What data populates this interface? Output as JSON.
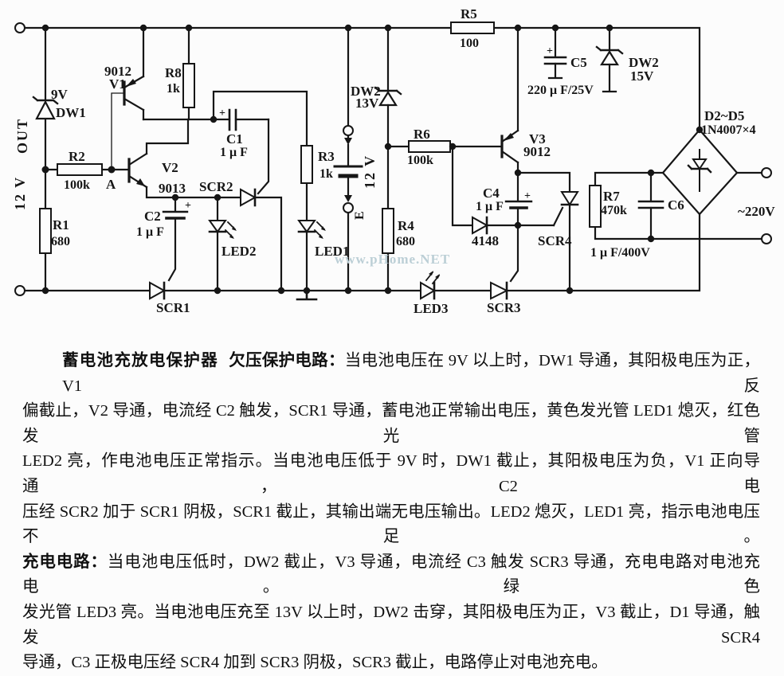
{
  "page": {
    "background": "#fcfcfc",
    "ink": "#161616",
    "watermark_color": "#bccfd6"
  },
  "schematic": {
    "watermark": "www.pHome.NET",
    "labels": {
      "out": "OUT",
      "v12": "12 V",
      "dw1": "DW1",
      "dw1_v": "9V",
      "r1": "R1",
      "r1_val": "680",
      "r2": "R2",
      "r2_val": "100k",
      "node_a": "A",
      "v1": "V1",
      "v1_type": "9012",
      "r8": "R8",
      "r8_val": "1k",
      "c1": "C1",
      "c1_val": "1 μ F",
      "v2": "V2",
      "v2_type": "9013",
      "c2": "C2",
      "c2_val": "1 μ F",
      "scr1": "SCR1",
      "scr2": "SCR2",
      "led1": "LED1",
      "led2": "LED2",
      "led3": "LED3",
      "r3": "R3",
      "r3_val": "1k",
      "batt": "12 V",
      "batt_e": "E",
      "dw2a": "DW2",
      "dw2a_v": "13V",
      "r6": "R6",
      "r6_val": "100k",
      "r4": "R4",
      "r4_val": "680",
      "r5": "R5",
      "r5_val": "100",
      "v3": "V3",
      "v3_type": "9012",
      "c4": "C4",
      "c4_val": "1 μ F",
      "d4148": "4148",
      "scr3": "SCR3",
      "scr4": "SCR4",
      "c5": "C5",
      "c5_val": "220 μ F/25V",
      "dw2b": "DW2",
      "dw2b_v": "15V",
      "d2d5": "D2~D5",
      "d2d5_type": "1N4007×4",
      "r7": "R7",
      "r7_val": "470k",
      "c6": "C6",
      "c6_val": "1 μ F/400V",
      "ac": "~220V",
      "plus": "+"
    }
  },
  "description": {
    "title": "蓄电池充放电保护器",
    "line1_head": "欠压保护电路：",
    "line1_rest": "当电池电压在 9V 以上时，DW1 导通，其阳极电压为正，V1 反",
    "line2": "偏截止，V2 导通，电流经 C2 触发，SCR1 导通，蓄电池正常输出电压，黄色发光管 LED1 熄灭，红色发光管",
    "line3": "LED2 亮，作电池电压正常指示。当电池电压低于 9V 时，DW1 截止，其阳极电压为负，V1 正向导通，C2 电",
    "line4": "压经 SCR2 加于 SCR1 阴极，SCR1 截止，其输出端无电压输出。LED2 熄灭，LED1 亮，指示电池电压不足。",
    "line5_head": "充电电路：",
    "line5_rest": "当电池电压低时，DW2 截止，V3 导通，电流经 C3 触发 SCR3 导通，充电电路对电池充电。绿色",
    "line6": "发光管 LED3 亮。当电池电压充至 13V 以上时，DW2 击穿，其阳极电压为正，V3 截止，D1 导通，触发SCR4",
    "line7": "导通，C3 正极电压经 SCR4 加到 SCR3 阴极，SCR3 截止，电路停止对电池充电。"
  }
}
